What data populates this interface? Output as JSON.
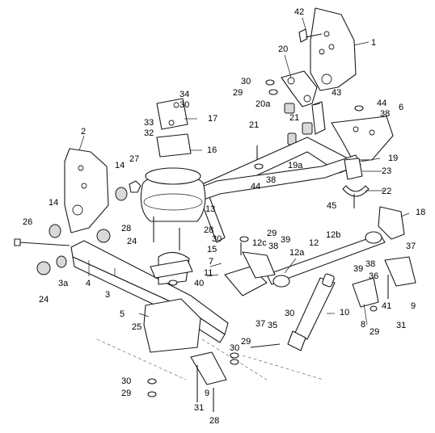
{
  "callouts": [
    "1",
    "2",
    "3",
    "3a",
    "4",
    "5",
    "6",
    "7",
    "8",
    "9",
    "10",
    "11",
    "12",
    "12a",
    "12b",
    "12c",
    "13",
    "14",
    "15",
    "16",
    "17",
    "18",
    "19",
    "19a",
    "20",
    "20a",
    "21",
    "22",
    "23",
    "24",
    "25",
    "26",
    "27",
    "28",
    "29",
    "30",
    "31",
    "32",
    "33",
    "34",
    "35",
    "36",
    "37",
    "38",
    "39",
    "40",
    "41",
    "42",
    "43",
    "44",
    "45"
  ],
  "ink_color": "#1a1a1a",
  "background_color": "#ffffff"
}
